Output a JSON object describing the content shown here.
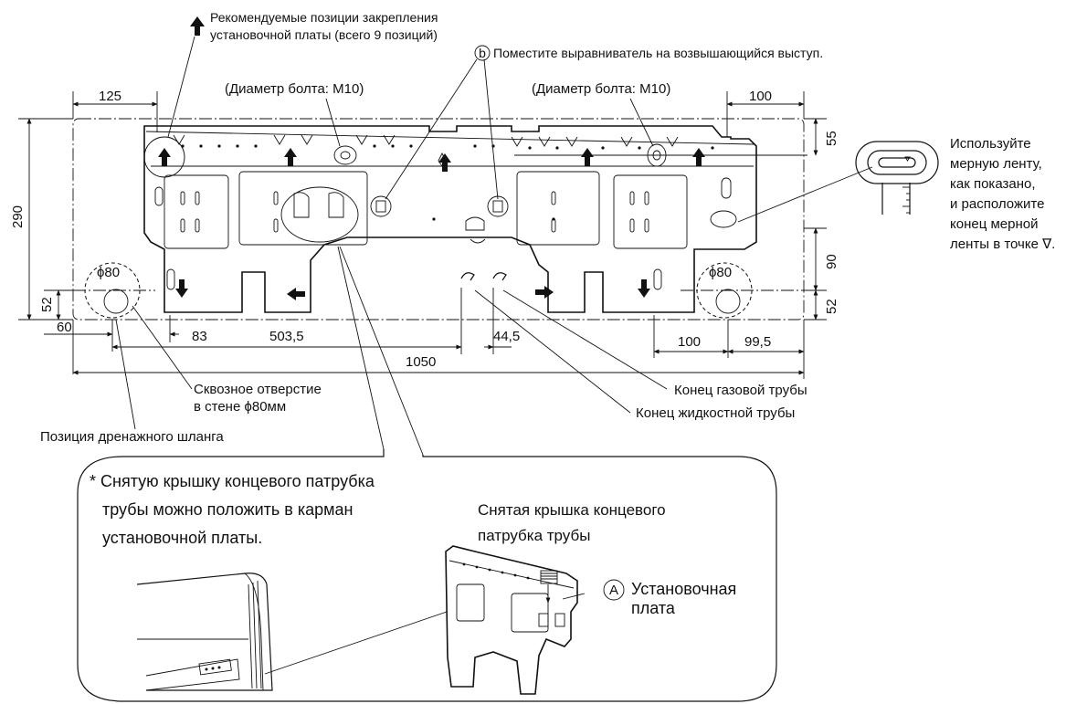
{
  "labels": {
    "recommended_positions_line1": "Рекомендуемые позиции закрепления",
    "recommended_positions_line2": "установочной платы (всего 9 позиций)",
    "leveler_marker": "b",
    "leveler_text": "Поместите выравниватель на возвышающийся выступ.",
    "bolt_left": "(Диаметр болта: M10)",
    "bolt_right": "(Диаметр болта: M10)",
    "tape_line1": "Используйте",
    "tape_line2": "мерную ленту,",
    "tape_line3": "как показано,",
    "tape_line4": "и расположите",
    "tape_line5": "конец мерной",
    "tape_line6": "ленты в точке ∇.",
    "hole_left": "ϕ80",
    "hole_right": "ϕ80",
    "through_hole_line1": "Сквозное отверстие",
    "through_hole_line2": "в стене ϕ80мм",
    "drain_position": "Позиция дренажного шланга",
    "gas_pipe_end": "Конец газовой трубы",
    "liquid_pipe_end": "Конец жидкостной трубы"
  },
  "dimensions": {
    "top_left": "125",
    "top_right": "100",
    "left_height": "290",
    "left_low": "52",
    "right_top": "55",
    "right_mid": "90",
    "right_low": "52",
    "bottom_60": "60",
    "bottom_83": "83",
    "bottom_503": "503,5",
    "bottom_44": "44,5",
    "bottom_1050": "1050",
    "bottom_100": "100",
    "bottom_99": "99,5"
  },
  "callout": {
    "note_line1": "* Снятую крышку концевого патрубка",
    "note_line2": "трубы можно положить в карман",
    "note_line3": "установочной платы.",
    "cover_line1": "Снятая крышка концевого",
    "cover_line2": "патрубка трубы",
    "plate_marker": "A",
    "plate_line1": "Установочная",
    "plate_line2": "плата"
  }
}
